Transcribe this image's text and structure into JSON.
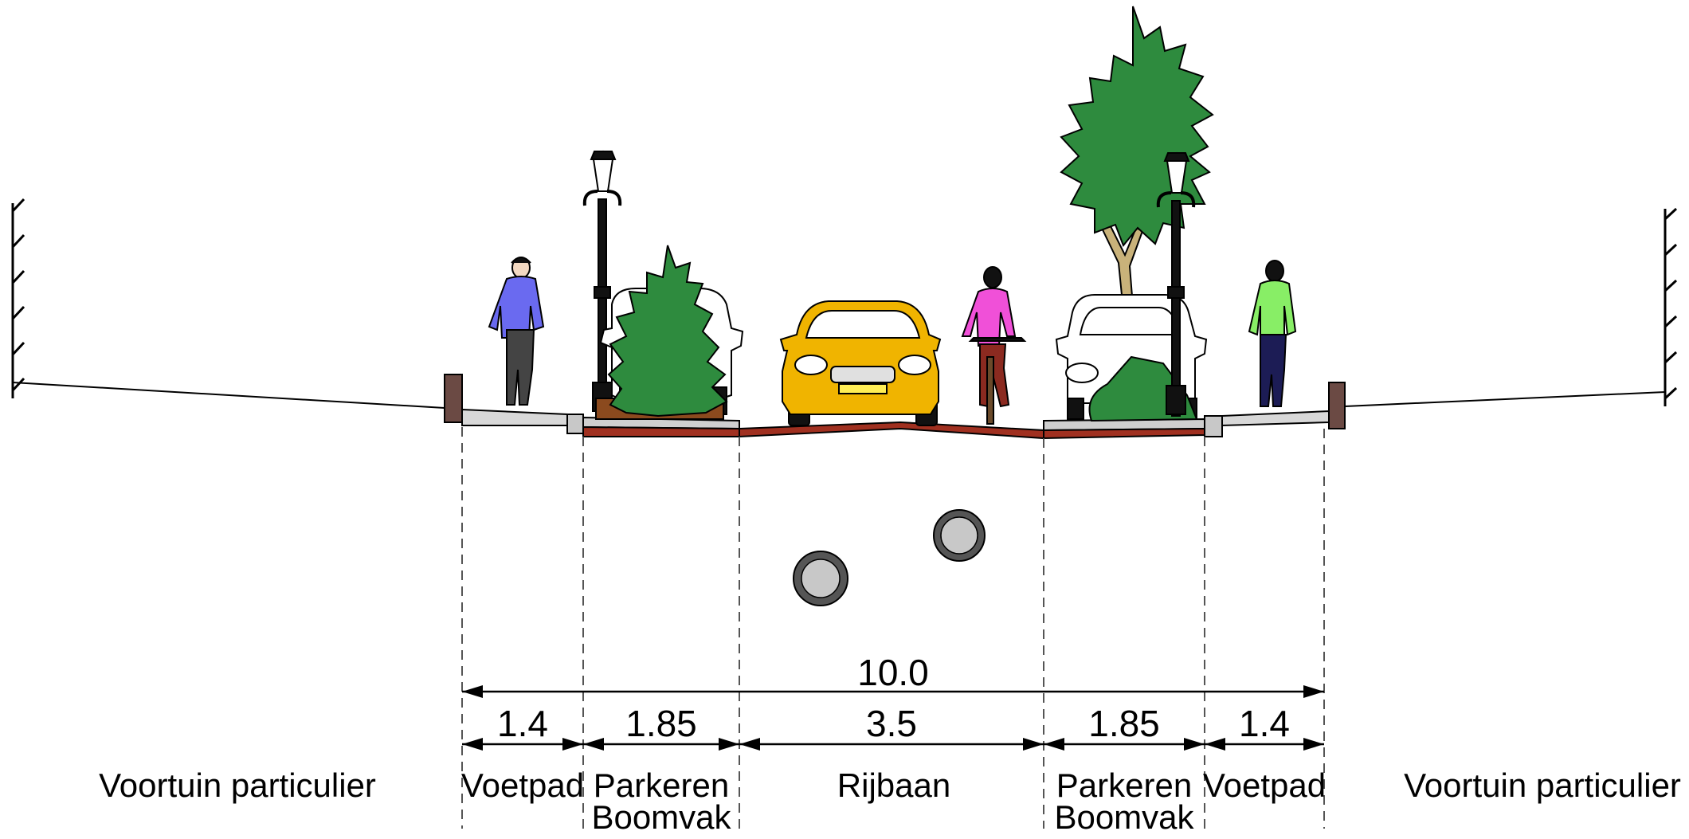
{
  "diagram": {
    "total_width": "10.0",
    "segments": [
      {
        "width": "1.4",
        "label": "Voetpad"
      },
      {
        "width": "1.85",
        "label": "Parkeren",
        "label2": "Boomvak"
      },
      {
        "width": "3.5",
        "label": "Rijbaan"
      },
      {
        "width": "1.85",
        "label": "Parkeren",
        "label2": "Boomvak"
      },
      {
        "width": "1.4",
        "label": "Voetpad"
      }
    ],
    "side_labels": {
      "left": "Voortuin particulier",
      "right": "Voortuin particulier"
    },
    "colors": {
      "pavement_red": "#a03020",
      "bollard": "#6b4a44",
      "planter": "#8b4a1e",
      "tree_green": "#2e8b3e",
      "car_yellow": "#f0b400",
      "pedestrian_blue": "#6a6af0",
      "cyclist_pink": "#f050d8",
      "pedestrian_green": "#88ee66",
      "pipe_gray": "#c8c8c8"
    }
  }
}
